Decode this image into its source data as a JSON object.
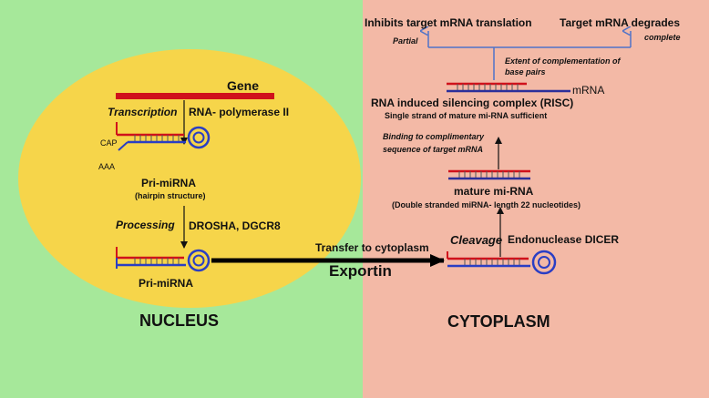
{
  "colors": {
    "nucleus_bg": "#a6e89a",
    "cytoplasm_bg": "#f3b9a6",
    "nucleus_oval": "#f6d54a",
    "strand_red": "#d0111b",
    "strand_blue": "#2b2f9a",
    "hairpin": "#2a3ec4",
    "arrow_blue": "#4f73c8",
    "arrow_black": "#000000"
  },
  "nucleus": {
    "title": "NUCLEUS",
    "gene": "Gene",
    "transcription": "Transcription",
    "rna_polymerase": "RNA- polymerase II",
    "cap": "CAP",
    "aaa": "AAA",
    "pri_mirna_1": "Pri-miRNA",
    "hairpin_structure": "(hairpin structure)",
    "processing": "Processing",
    "drosha": "DROSHA, DGCR8",
    "pri_mirna_2": "Pri-miRNA"
  },
  "transport": {
    "transfer": "Transfer to cytoplasm",
    "exportin": "Exportin"
  },
  "cytoplasm": {
    "title": "CYTOPLASM",
    "inhibits": "Inhibits target mRNA translation",
    "degrades": "Target mRNA degrades",
    "partial": "Partial",
    "complete": "complete",
    "extent_1": "Extent of complementation of",
    "extent_2": "base pairs",
    "mrna": "mRNA",
    "risc": "RNA induced silencing complex (RISC)",
    "single_strand": "Single strand of mature mi-RNA sufficient",
    "binding_1": "Binding to complimentary",
    "binding_2": "sequence of  target mRNA",
    "mature": "mature mi-RNA",
    "double_stranded": "(Double stranded miRNA- length 22 nucleotides)",
    "cleavage": "Cleavage",
    "dicer": "Endonuclease DICER"
  }
}
